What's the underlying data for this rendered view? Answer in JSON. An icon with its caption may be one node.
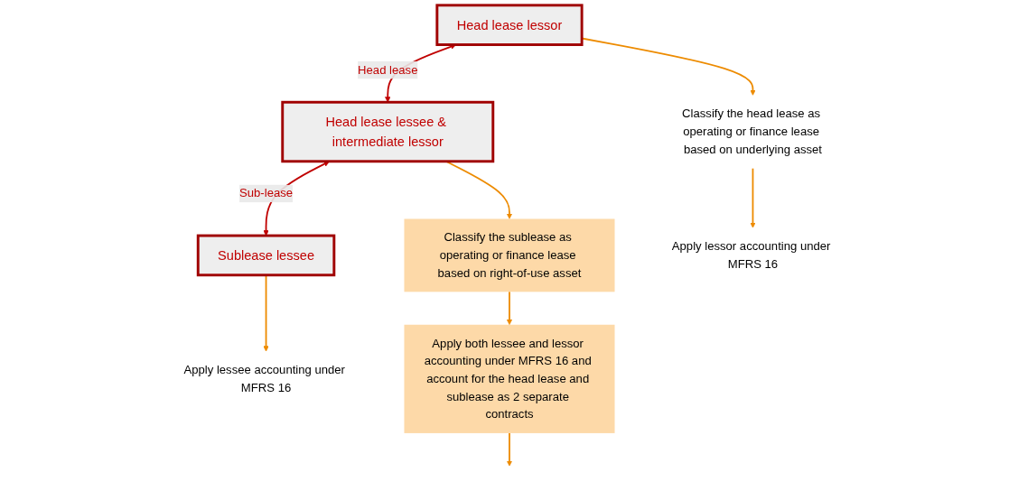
{
  "diagram": {
    "nodes": [
      {
        "text": [
          "Head lease lessor"
        ]
      },
      {
        "text": [
          "Head lease lessee & intermediate lessor"
        ]
      },
      {
        "text": [
          "Sublease lessee"
        ]
      },
      {
        "text": [
          "Classify the head lease as operating or finance lease based on underlying asset"
        ]
      },
      {
        "text": [
          "Apply lessor accounting under MFRS 16"
        ]
      },
      {
        "text": [
          "Classify the sublease as operating or finance lease based on right-of-use asset"
        ]
      },
      {
        "text": [
          "Apply both lessee and lessor accounting under MFRS 16 and account for the head lease and sublease as 2 separate contracts"
        ]
      },
      {
        "text": [
          "Apply lessee accounting under MFRS 16"
        ]
      }
    ],
    "edges": [
      {
        "from": 0,
        "to": 1,
        "arrow": "both",
        "label": "Head lease",
        "color": "#c00000"
      },
      {
        "from": 1,
        "to": 2,
        "arrow": "both",
        "label": "Sub-lease",
        "color": "#c00000"
      },
      {
        "from": 0,
        "to": 3,
        "arrow": "to"
      },
      {
        "from": 3,
        "to": 4,
        "arrow": "to"
      },
      {
        "from": 1,
        "to": 5,
        "arrow": "to"
      },
      {
        "from": 5,
        "to": 6,
        "arrow": "to"
      },
      {
        "from": 6,
        "to": null,
        "arrow": "to"
      },
      {
        "from": 2,
        "to": 7,
        "arrow": "to"
      }
    ]
  }
}
